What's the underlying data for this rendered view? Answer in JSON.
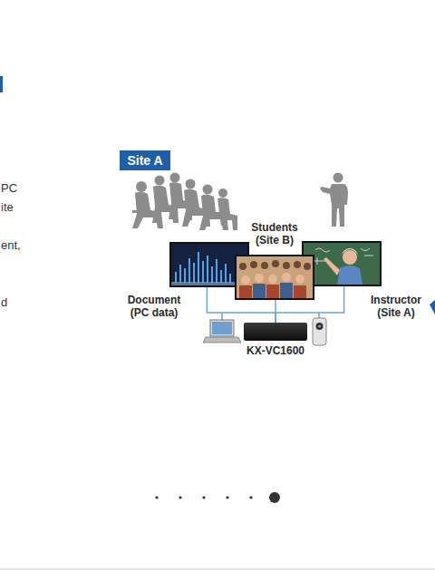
{
  "diagram": {
    "nodes": [
      {
        "text": [
          "Site A"
        ]
      },
      {
        "text": [
          "Students (Site B)"
        ]
      },
      {
        "text": [
          "Document (PC data)"
        ]
      },
      {
        "text": [
          "Instructor (Site A)"
        ]
      },
      {
        "text": [
          "KX-VC1600"
        ]
      }
    ],
    "edges": [
      {
        "from": 2,
        "to": 4,
        "arrow": "none"
      },
      {
        "from": 1,
        "to": 4,
        "arrow": "none"
      },
      {
        "from": 3,
        "to": 4,
        "arrow": "none"
      }
    ],
    "labels": [
      "PC",
      "ite",
      "ent,",
      "d"
    ]
  }
}
